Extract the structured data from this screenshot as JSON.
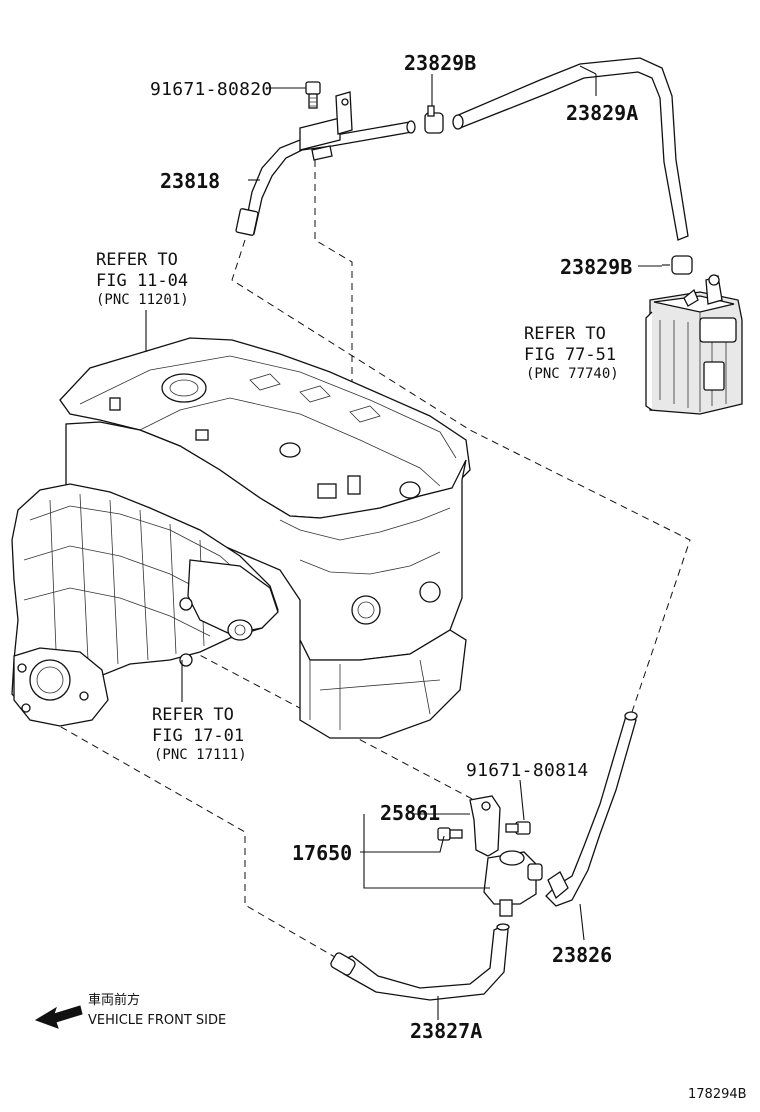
{
  "labels": {
    "p91671_80820": "91671-80820",
    "p23829B_top": "23829B",
    "p23829A": "23829A",
    "p23818": "23818",
    "p23829B_mid": "23829B",
    "p91671_80814": "91671-80814",
    "p25861": "25861",
    "p17650": "17650",
    "p23826": "23826",
    "p23827A": "23827A"
  },
  "refs": {
    "ref1": {
      "line1": "REFER TO",
      "line2": "FIG 11-04",
      "line3": "(PNC 11201)"
    },
    "ref2": {
      "line1": "REFER TO",
      "line2": "FIG 77-51",
      "line3": "(PNC 77740)"
    },
    "ref3": {
      "line1": "REFER TO",
      "line2": "FIG 17-01",
      "line3": "(PNC 17111)"
    }
  },
  "front": {
    "jp": "車両前方",
    "en": "VEHICLE FRONT SIDE"
  },
  "figure_id": "178294B",
  "icons": [
    "front-arrow-icon"
  ]
}
